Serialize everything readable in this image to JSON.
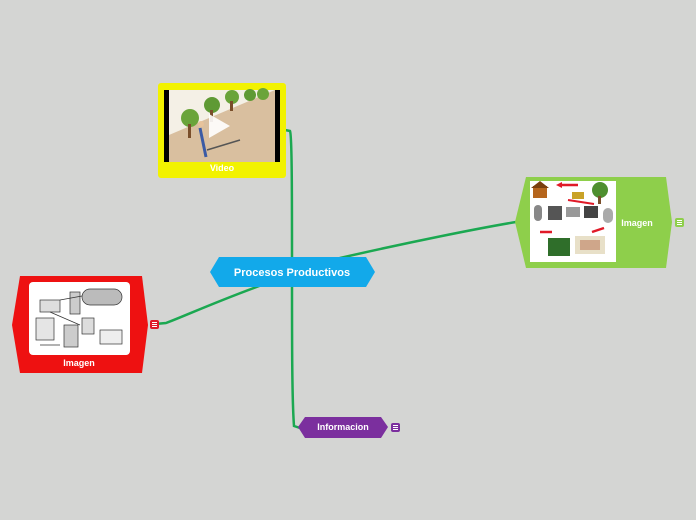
{
  "central": {
    "label": "Procesos Productivos",
    "color": "#12a9ea"
  },
  "nodes": {
    "video": {
      "label": "Video",
      "color": "#f2f200",
      "icon": "play-icon"
    },
    "image_right": {
      "label": "Imagen",
      "color": "#8ecf4b",
      "note_color": "#8ecf4b"
    },
    "image_left": {
      "label": "Imagen",
      "color": "#ee1111",
      "note_color": "#e01a28"
    },
    "informacion": {
      "label": "Informacion",
      "color": "#7b2f9e",
      "note_color": "#7b2f9e"
    }
  },
  "connector_color": "#1ba851",
  "background_color": "#d4d5d3"
}
